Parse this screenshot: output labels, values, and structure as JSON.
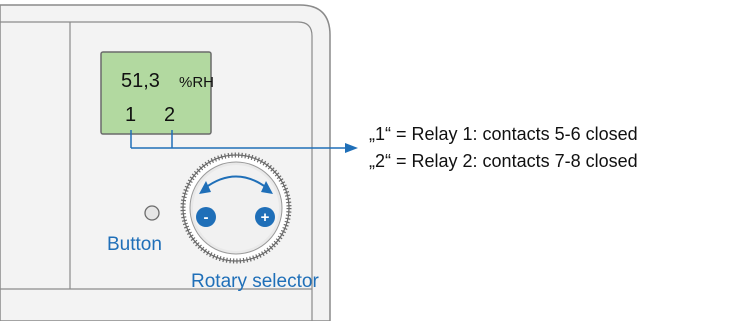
{
  "display": {
    "value": "51,3",
    "unit": "%RH",
    "relay_1": "1",
    "relay_2": "2"
  },
  "labels": {
    "button": "Button",
    "rotary_selector": "Rotary selector"
  },
  "knob": {
    "minus": "-",
    "plus": "+"
  },
  "legend": {
    "line_1": "„1“ = Relay 1: contacts 5-6 closed",
    "line_2": "„2“ = Relay 2: contacts 7-8 closed"
  },
  "colors": {
    "accent": "#1f6fb8",
    "lcd": "#b2d9a0",
    "housing": "#f3f3f3"
  }
}
